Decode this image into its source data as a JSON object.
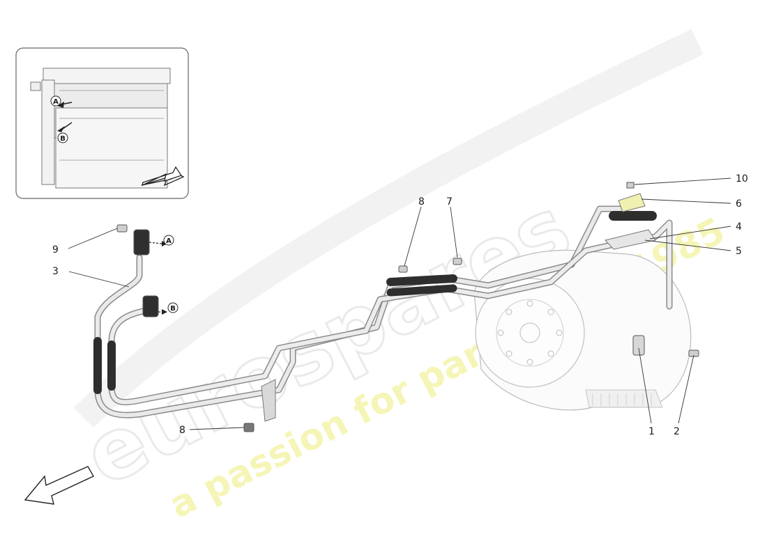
{
  "diagram": {
    "watermark": {
      "brand": "eurospares",
      "tagline": "a passion for parts since 1985"
    },
    "inset": {
      "markers": [
        "A",
        "B"
      ]
    },
    "connector_markers": [
      "A",
      "B"
    ],
    "callouts": [
      {
        "id": "c1",
        "label": "1"
      },
      {
        "id": "c2",
        "label": "2"
      },
      {
        "id": "c3",
        "label": "3"
      },
      {
        "id": "c4",
        "label": "4"
      },
      {
        "id": "c5",
        "label": "5"
      },
      {
        "id": "c6",
        "label": "6"
      },
      {
        "id": "c7",
        "label": "7"
      },
      {
        "id": "c8a",
        "label": "8"
      },
      {
        "id": "c8b",
        "label": "8"
      },
      {
        "id": "c9",
        "label": "9"
      },
      {
        "id": "c10",
        "label": "10"
      }
    ]
  }
}
